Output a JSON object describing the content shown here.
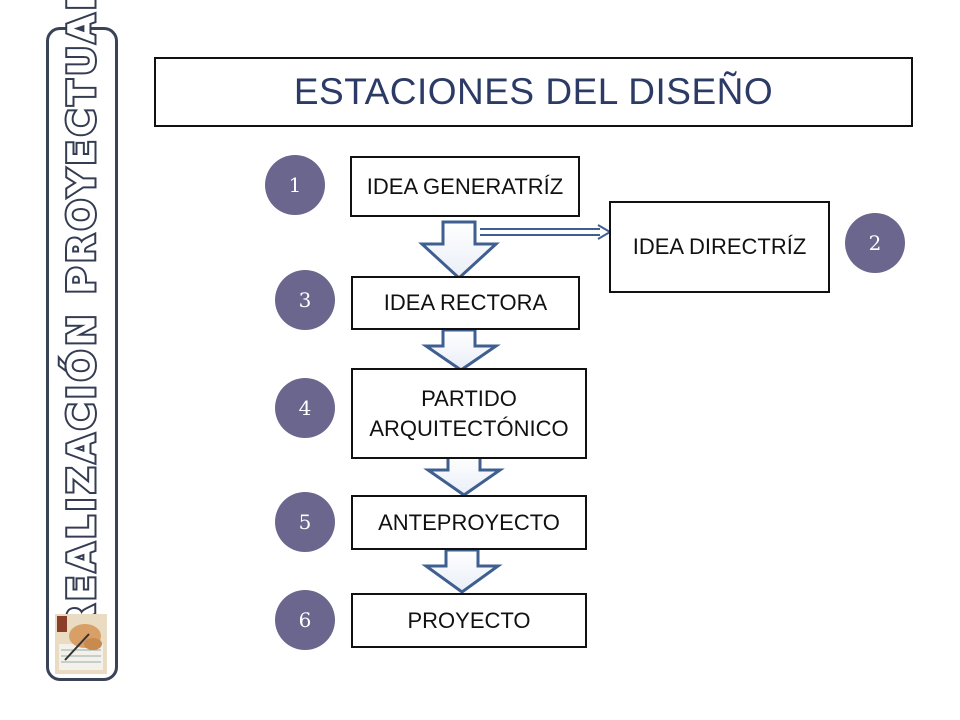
{
  "sidebar": {
    "label": "REALIZACIÓN PROYECTUAL"
  },
  "title": "ESTACIONES DEL DISEÑO",
  "stages": [
    {
      "number": "1",
      "label": "IDEA GENERATRÍZ"
    },
    {
      "number": "2",
      "label": "IDEA DIRECTRÍZ"
    },
    {
      "number": "3",
      "label": "IDEA RECTORA"
    },
    {
      "number": "4",
      "label": "PARTIDO\nARQUITECTÓNICO"
    },
    {
      "number": "5",
      "label": "ANTEPROYECTO"
    },
    {
      "number": "6",
      "label": "PROYECTO"
    }
  ],
  "colors": {
    "circle": "#6b668d",
    "arrow_stroke": "#3f5f91",
    "title_text": "#2c3a66",
    "banner_outline": "#343c52"
  }
}
